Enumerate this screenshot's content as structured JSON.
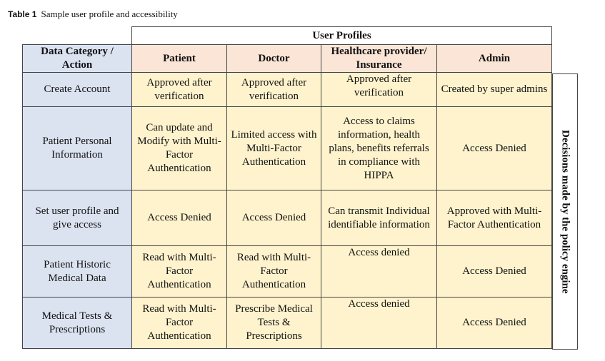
{
  "caption": {
    "label": "Table 1",
    "text": "Sample user profile and accessibility"
  },
  "table": {
    "group_header": "User Profiles",
    "category_header": "Data Category / Action",
    "roles": [
      "Patient",
      "Doctor",
      "Healthcare provider/ Insurance",
      "Admin"
    ],
    "rows": [
      {
        "category": "Create Account",
        "patient": "Approved after verification",
        "doctor": "Approved after verification",
        "provider": "Approved after verification",
        "admin": "Created by super admins"
      },
      {
        "category": "Patient Personal Information",
        "patient": "Can update and Modify with Multi-Factor Authentication",
        "doctor": "Limited access with Multi-Factor Authentication",
        "provider": "Access to claims information, health plans, benefits referrals in compliance with HIPPA",
        "admin": "Access Denied"
      },
      {
        "category": "Set user profile and give access",
        "patient": "Access Denied",
        "doctor": "Access Denied",
        "provider": "Can transmit Individual identifiable information",
        "admin": "Approved with Multi-Factor Authentication"
      },
      {
        "category": "Patient Historic Medical Data",
        "patient": "Read with Multi-Factor Authentication",
        "doctor": "Read with Multi-Factor Authentication",
        "provider": "Access denied",
        "admin": "Access Denied"
      },
      {
        "category": "Medical Tests & Prescriptions",
        "patient": "Read with Multi-Factor Authentication",
        "doctor": "Prescribe Medical Tests & Prescriptions",
        "provider": "Access denied",
        "admin": "Access Denied"
      }
    ],
    "side_label": "Decisions made by the policy engine"
  }
}
